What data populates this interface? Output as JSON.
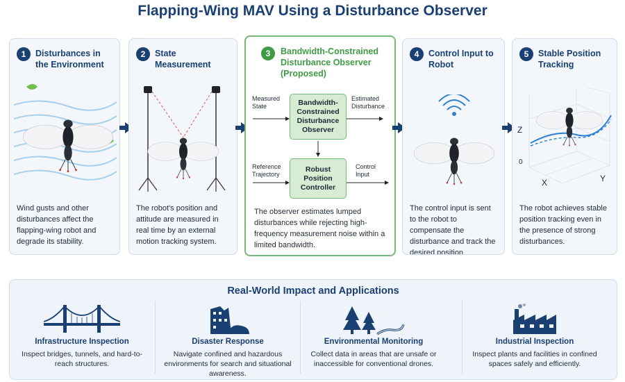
{
  "title": "Flapping-Wing MAV Using a Disturbance Observer",
  "steps": [
    {
      "num": "1",
      "title": "Disturbances in the Environment",
      "desc": "Wind gusts and other disturbances affect the flapping-wing robot and degrade its stability."
    },
    {
      "num": "2",
      "title": "State Measurement",
      "desc": "The robot's position and attitude are measured in real time by an external motion tracking system."
    },
    {
      "num": "3",
      "title": "Bandwidth-Constrained Disturbance Observer (Proposed)",
      "desc": "The observer estimates lumped disturbances while rejecting high-frequency measurement noise within a limited bandwidth."
    },
    {
      "num": "4",
      "title": "Control Input to Robot",
      "desc": "The control input is sent to the robot to compensate the disturbance and track the desired position."
    },
    {
      "num": "5",
      "title": "Stable Position Tracking",
      "desc": "The robot achieves stable position tracking even in the presence of strong disturbances."
    }
  ],
  "block_diagram": {
    "observer_block": "Bandwidth-Constrained Disturbance Observer",
    "controller_block": "Robust Position Controller",
    "in_measured": "Measured State",
    "out_estimated": "Estimated Disturbance",
    "in_reference": "Reference Trajectory",
    "out_control": "Control Input"
  },
  "axes": {
    "z": "Z",
    "x": "X",
    "y": "Y",
    "tick": "0"
  },
  "impact": {
    "title": "Real-World Impact and Applications",
    "apps": [
      {
        "title": "Infrastructure Inspection",
        "desc": "Inspect bridges, tunnels, and hard-to-reach structures."
      },
      {
        "title": "Disaster Response",
        "desc": "Navigate confined and hazardous environments for search and situational awareness."
      },
      {
        "title": "Environmental Monitoring",
        "desc": "Collect data in areas that are unsafe or inaccessible for conventional drones."
      },
      {
        "title": "Industrial Inspection",
        "desc": "Inspect plants and facilities in confined spaces safely and efficiently."
      }
    ]
  },
  "colors": {
    "primary": "#1a3f73",
    "accent_green": "#3f9b46",
    "block_fill": "#d6ecd3",
    "panel_bg": "#f3f7fb"
  }
}
